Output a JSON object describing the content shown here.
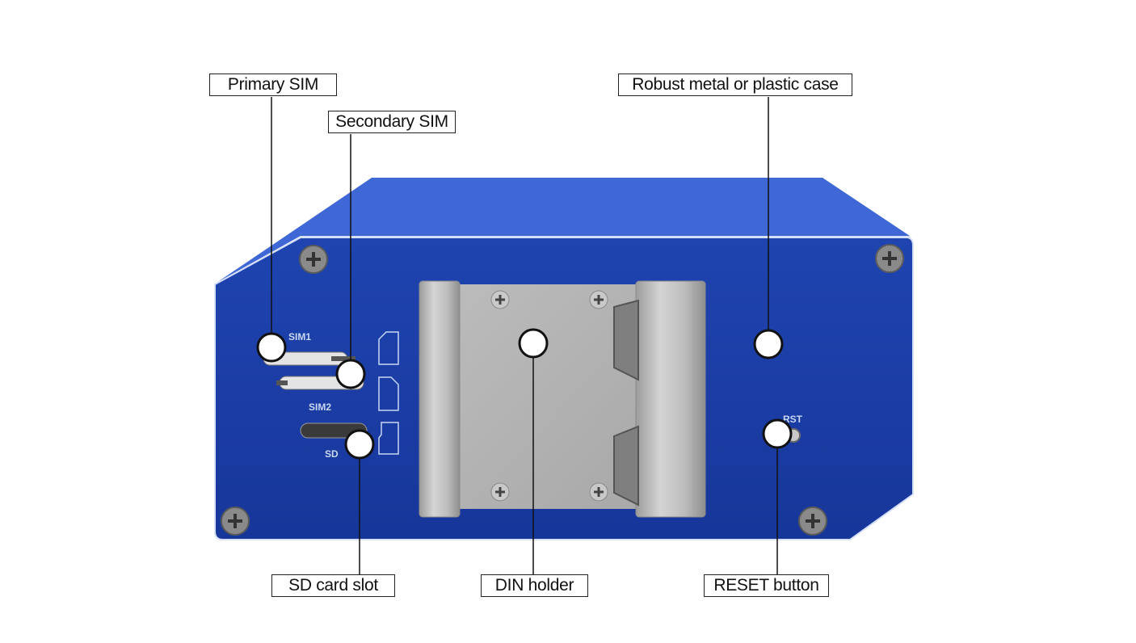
{
  "colors": {
    "case_top": "#3f67d6",
    "case_face": "#1b3ea8",
    "case_dark": "#122e86",
    "din_metal": "#b3b3b3",
    "din_metal_dark": "#969696",
    "screw": "#8a8a8a",
    "callout_line": "#111111",
    "marker_fill": "#ffffff"
  },
  "device_labels": {
    "sim1": "SIM1",
    "sim2": "SIM2",
    "sd": "SD",
    "rst": "RST"
  },
  "callouts": {
    "primary_sim": "Primary SIM",
    "secondary_sim": "Secondary SIM",
    "case": "Robust metal or plastic case",
    "sd_slot": "SD card slot",
    "din_holder": "DIN holder",
    "reset_button": "RESET button"
  }
}
